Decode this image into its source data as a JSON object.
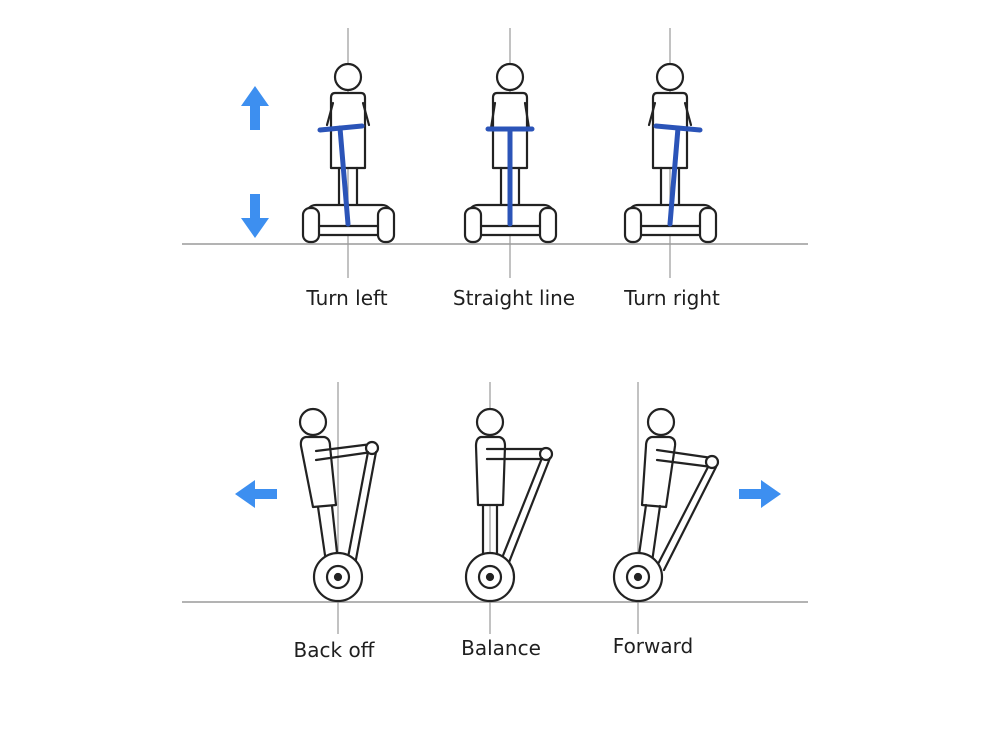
{
  "top_row": {
    "labels": [
      "Turn left",
      "Straight line",
      "Turn right"
    ]
  },
  "bottom_row": {
    "labels": [
      "Back off",
      "Balance",
      "Forward"
    ]
  },
  "colors": {
    "line": "#222222",
    "guide": "#9a9a9a",
    "handlebar": "#2b54b8",
    "arrow": "#3d8ff0"
  },
  "icons": {
    "up_arrow": "arrow-up-icon",
    "down_arrow": "arrow-down-icon",
    "left_arrow": "arrow-left-icon",
    "right_arrow": "arrow-right-icon"
  }
}
